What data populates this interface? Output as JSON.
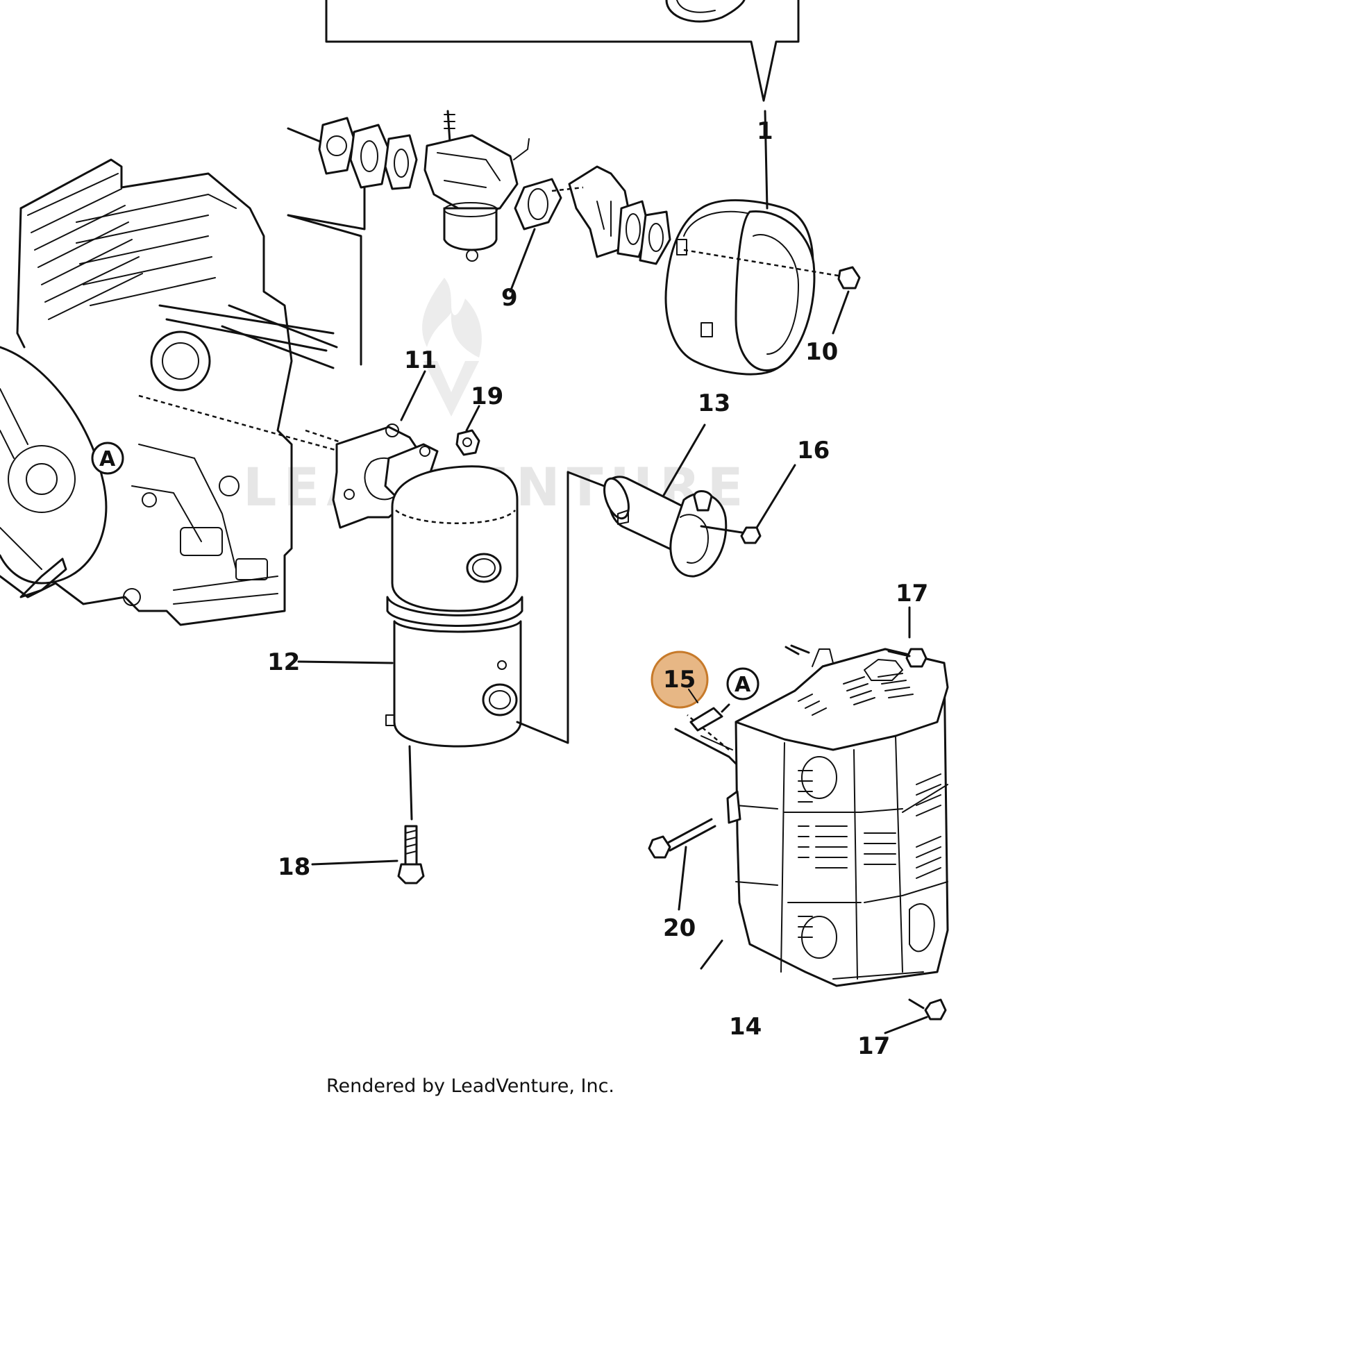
{
  "diagram": {
    "callouts": {
      "c1": "1",
      "c9": "9",
      "c10": "10",
      "c11": "11",
      "c12": "12",
      "c13": "13",
      "c14": "14",
      "c15": "15",
      "c16": "16",
      "c17a": "17",
      "c17b": "17",
      "c18": "18",
      "c19": "19",
      "c20": "20"
    },
    "refs": {
      "a1": "A",
      "a2": "A"
    },
    "highlighted_callout": "15",
    "highlight_color": "#d98a3a",
    "watermark": "LEADVENTURE",
    "watermark_icon": "flame-logo-icon",
    "credit": "Rendered by LeadVenture, Inc."
  }
}
